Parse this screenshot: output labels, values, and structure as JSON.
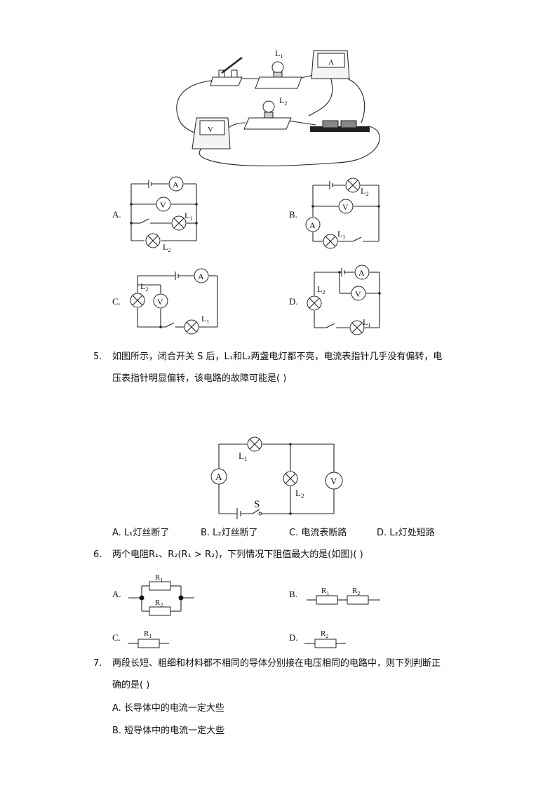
{
  "top_figure": {
    "lamp1_label": "L",
    "lamp1_sub": "1",
    "lamp2_label": "L",
    "lamp2_sub": "2",
    "ammeter_label": "A",
    "voltmeter_label": "V"
  },
  "prev_options": [
    {
      "letter": "A."
    },
    {
      "letter": "B."
    },
    {
      "letter": "C."
    },
    {
      "letter": "D."
    }
  ],
  "q5": {
    "number": "5.",
    "line1": "如图所示，闭合开关 S 后，L₁和L₂两盏电灯都不亮，电流表指针几乎没有偏转，电",
    "line2": "压表指针明显偏转，该电路的故障可能是(    )",
    "switch_label": "S",
    "options": [
      {
        "text": "A.  L₁灯丝断了"
      },
      {
        "text": "B.  L₂灯丝断了"
      },
      {
        "text": "C.  电流表断路"
      },
      {
        "text": "D.  L₂灯处短路"
      }
    ]
  },
  "q6": {
    "number": "6.",
    "line1": "两个电阻R₁、R₂(R₁ > R₂)，下列情况下阻值最大的是(如图)(    )",
    "options": [
      {
        "letter": "A."
      },
      {
        "letter": "B."
      },
      {
        "letter": "C."
      },
      {
        "letter": "D."
      }
    ],
    "r1": "R",
    "r1_sub": "1",
    "r2": "R",
    "r2_sub": "2"
  },
  "q7": {
    "number": "7.",
    "line1": "两段长短、粗细和材料都不相同的导体分别接在电压相同的电路中，则下列判断正",
    "line2": "确的是(    )",
    "options": [
      {
        "text": "A.  长导体中的电流一定大些"
      },
      {
        "text": "B.  短导体中的电流一定大些"
      }
    ]
  }
}
